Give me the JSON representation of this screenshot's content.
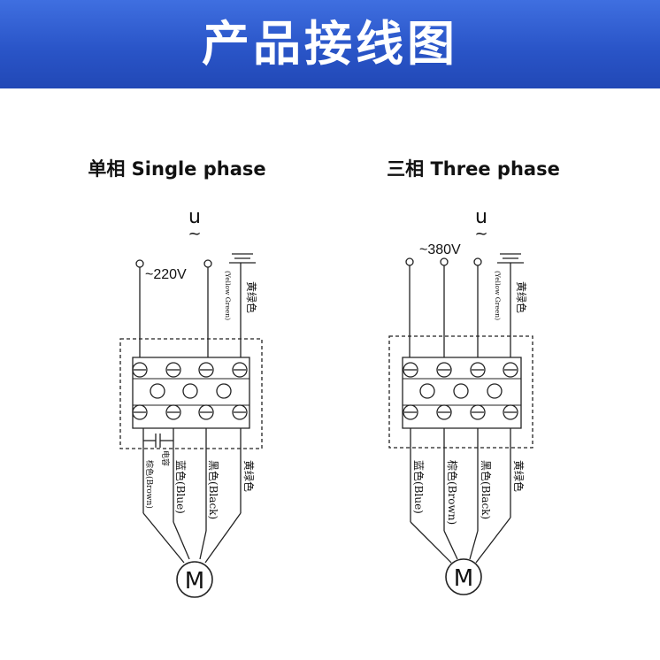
{
  "header": {
    "title": "产品接线图",
    "background": "#2c56c9"
  },
  "single_phase": {
    "title": "单相 Single phase",
    "supply_symbol": "u",
    "supply_tilde": "~",
    "voltage": "~220V",
    "ground_label_cn": "黄绿色",
    "ground_label_en": "(Yellow Green)",
    "capacitor_label": "电容",
    "wires": [
      "棕色(Brown)",
      "蓝色(Blue)",
      "黑色(Black)",
      "黄绿色"
    ],
    "motor": "M"
  },
  "three_phase": {
    "title": "三相 Three phase",
    "supply_symbol": "u",
    "supply_tilde": "~",
    "voltage": "~380V",
    "ground_label_cn": "黄绿色",
    "ground_label_en": "(Yellow Green)",
    "wires": [
      "蓝色(Blue)",
      "棕色(Brown)",
      "黑色(Black)",
      "黄绿色"
    ],
    "motor": "M"
  }
}
